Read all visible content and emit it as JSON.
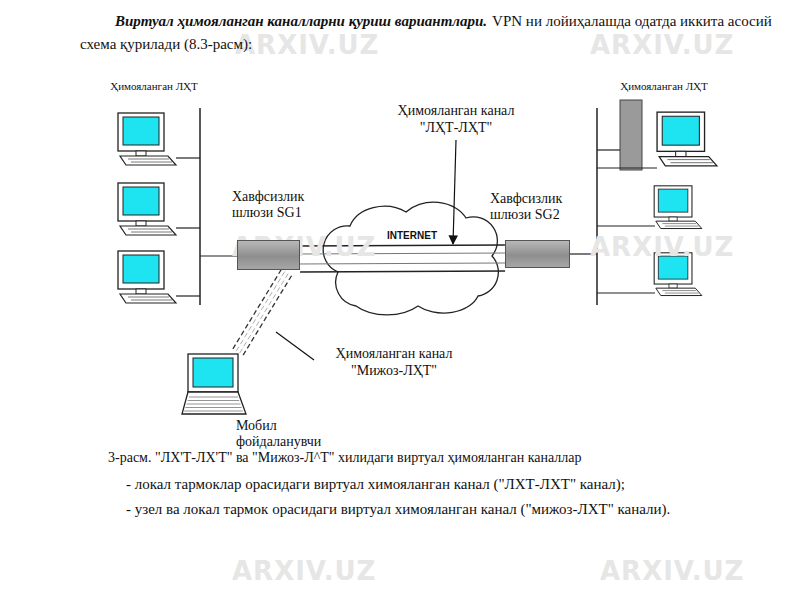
{
  "diagram": {
    "title": "Виртуал ҳимояланган каналларни қуриш вариантлари.",
    "caption": "3-расм. \"ЛХ'Т-ЛХ'Т\" ва \"Мижоз-Л^Т\" хилидаги виртуал ҳимояланган каналлар",
    "nodes": [
      {
        "text": [
          "Хавфсизлик шлюзи SG1"
        ]
      },
      {
        "text": [
          "Хавфсизлик шлюзи SG2"
        ]
      },
      {
        "text": [
          "Мобил фойдаланувчи"
        ]
      }
    ],
    "edges": [
      {
        "from": 0,
        "to": 1,
        "arrow": "none"
      },
      {
        "from": 2,
        "to": 0,
        "arrow": "none"
      }
    ],
    "labels": [
      "VPN ни лойиҳалашда одатда иккита асосий схема қурилади (8.3-расм):",
      "Ҳимояланган ЛҲТ",
      "Ҳимояланган ЛҲТ",
      "Ҳимояланган канал \"ЛҲТ-ЛҲТ\"",
      "INTERNET",
      "Ҳимояланган канал \"Мижоз-ЛҲТ\"",
      "- локал тармоклар орасидаги виртуал химояланган канал (\"ЛХТ-ЛХТ\" канал);",
      "- узел ва локал тармок орасидаги виртуал химояланган канал (\"мижоз-ЛХТ\" канали).",
      "ARXIV.UZ",
      "ARXIV.UZ",
      "ARXIV.UZ",
      "ARXIV.UZ",
      "ARXIV.UZ",
      "ARXIV.UZ"
    ]
  }
}
